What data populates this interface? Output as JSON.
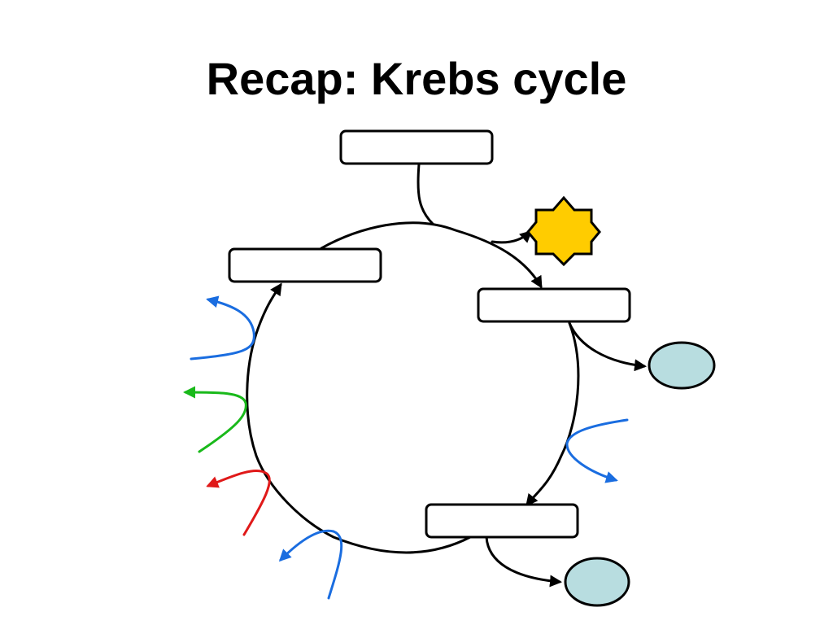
{
  "slide": {
    "title": "Recap: Krebs cycle"
  },
  "colors": {
    "outline": "#000000",
    "blue_arrow": "#1a6de0",
    "green_arrow": "#19b91a",
    "red_arrow": "#e01919",
    "star_fill": "#ffcc00",
    "ellipse_fill": "#b8dde0"
  },
  "diagram": {
    "blank_boxes": 4,
    "output_ellipses": 2,
    "star_shape": "eight-point-star"
  }
}
